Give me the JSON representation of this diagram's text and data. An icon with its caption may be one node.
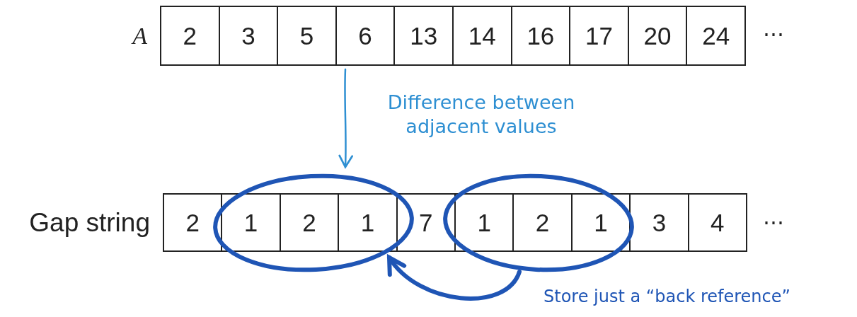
{
  "diagram": {
    "nodes": [
      {
        "text": [
          "A"
        ]
      },
      {
        "text": [
          "2"
        ],
        "in": 0
      },
      {
        "text": [
          "3"
        ],
        "in": 0
      },
      {
        "text": [
          "5"
        ],
        "in": 0
      },
      {
        "text": [
          "6"
        ],
        "in": 0
      },
      {
        "text": [
          "13"
        ],
        "in": 0
      },
      {
        "text": [
          "14"
        ],
        "in": 0
      },
      {
        "text": [
          "16"
        ],
        "in": 0
      },
      {
        "text": [
          "17"
        ],
        "in": 0
      },
      {
        "text": [
          "20"
        ],
        "in": 0
      },
      {
        "text": [
          "24"
        ],
        "in": 0
      },
      {
        "text": [
          "Gap string"
        ]
      },
      {
        "text": [
          "2"
        ],
        "in": 11
      },
      {
        "text": [],
        "shape": "circle",
        "in": 11
      },
      {
        "text": [
          "1"
        ],
        "in": 13
      },
      {
        "text": [
          "2"
        ],
        "in": 13
      },
      {
        "text": [
          "1"
        ],
        "in": 13
      },
      {
        "text": [
          "7"
        ],
        "in": 11
      },
      {
        "text": [],
        "shape": "circle",
        "in": 11
      },
      {
        "text": [
          "1"
        ],
        "in": 18
      },
      {
        "text": [
          "2"
        ],
        "in": 18
      },
      {
        "text": [
          "1"
        ],
        "in": 18
      },
      {
        "text": [
          "3"
        ],
        "in": 11
      },
      {
        "text": [
          "4"
        ],
        "in": 11
      }
    ],
    "edges": [
      {
        "from": 0,
        "to": 11,
        "arrow": "to",
        "label": "Difference between adjacent values",
        "color": "#2e8fd2"
      },
      {
        "from": 18,
        "to": 13,
        "arrow": "to",
        "label": "Store just a “back reference”",
        "style": "thick",
        "color": "#1f55b5"
      }
    ],
    "labels": [
      "⋯",
      "⋯"
    ]
  }
}
